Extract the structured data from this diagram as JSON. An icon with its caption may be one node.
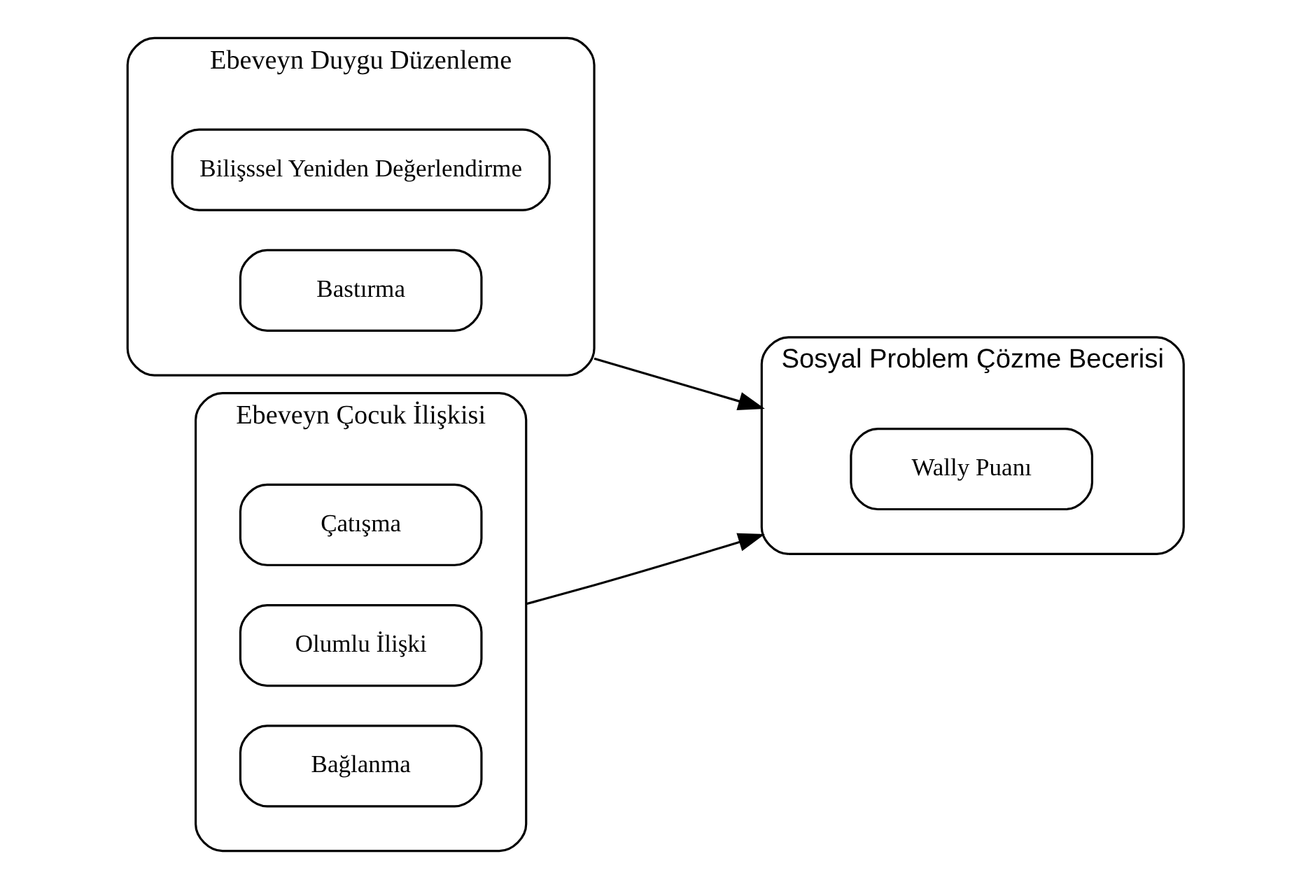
{
  "diagram": {
    "nodes": [
      {
        "text": [
          "Ebeveyn Duygu Düzenleme"
        ]
      },
      {
        "text": [
          "Bilişssel Yeniden Değerlendirme"
        ],
        "in": 0
      },
      {
        "text": [
          "Bastırma"
        ],
        "in": 0
      },
      {
        "text": [
          "Ebeveyn Çocuk İlişkisi"
        ]
      },
      {
        "text": [
          "Çatışma"
        ],
        "in": 3
      },
      {
        "text": [
          "Olumlu İlişki"
        ],
        "in": 3
      },
      {
        "text": [
          "Bağlanma"
        ],
        "in": 3
      },
      {
        "text": [
          "Sosyal Problem Çözme Becerisi"
        ]
      },
      {
        "text": [
          "Wally Puanı"
        ],
        "in": 7
      }
    ],
    "edges": [
      {
        "from": 0,
        "to": 7,
        "arrow": "to"
      },
      {
        "from": 3,
        "to": 7,
        "arrow": "to"
      }
    ]
  }
}
